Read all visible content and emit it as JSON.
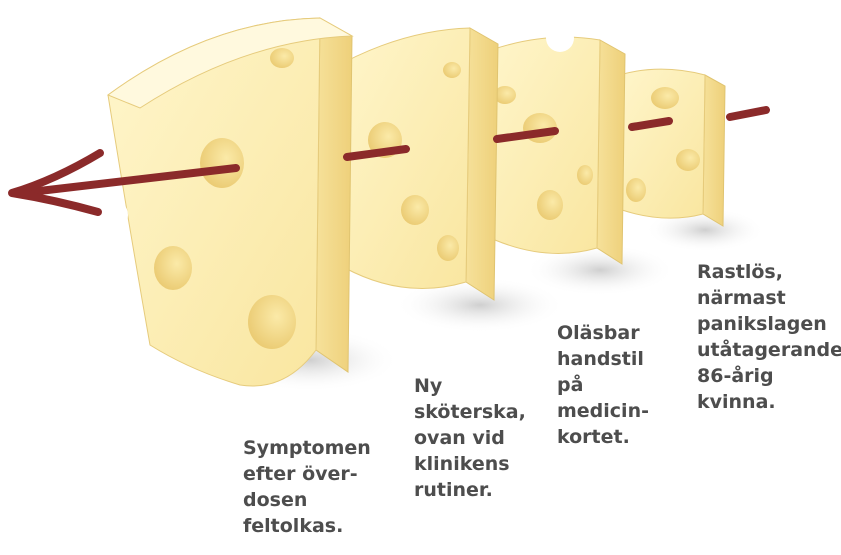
{
  "layers": [
    {
      "id": "slice-1",
      "label": "Symptomen\nefter över-\ndosen\nfeltolkas."
    },
    {
      "id": "slice-2",
      "label": "Ny\nsköterska,\novan vid\nklinikens\nrutiner."
    },
    {
      "id": "slice-3",
      "label": "Oläsbar\nhandstil\npå\nmedicin-\nkortet."
    },
    {
      "id": "slice-4",
      "label": "Rastlös,\nnärmast\npanikslagen\nutåtagerande\n86-årig\nkvinna."
    }
  ],
  "colors": {
    "cheese_face": "#fdf0b8",
    "cheese_side": "#f3d98a",
    "cheese_top": "#fef8da",
    "hole_outline": "#e2c06a",
    "shadow": "#d9d9d9",
    "arrow": "#8b2a2a",
    "text": "#4d4d4d"
  }
}
